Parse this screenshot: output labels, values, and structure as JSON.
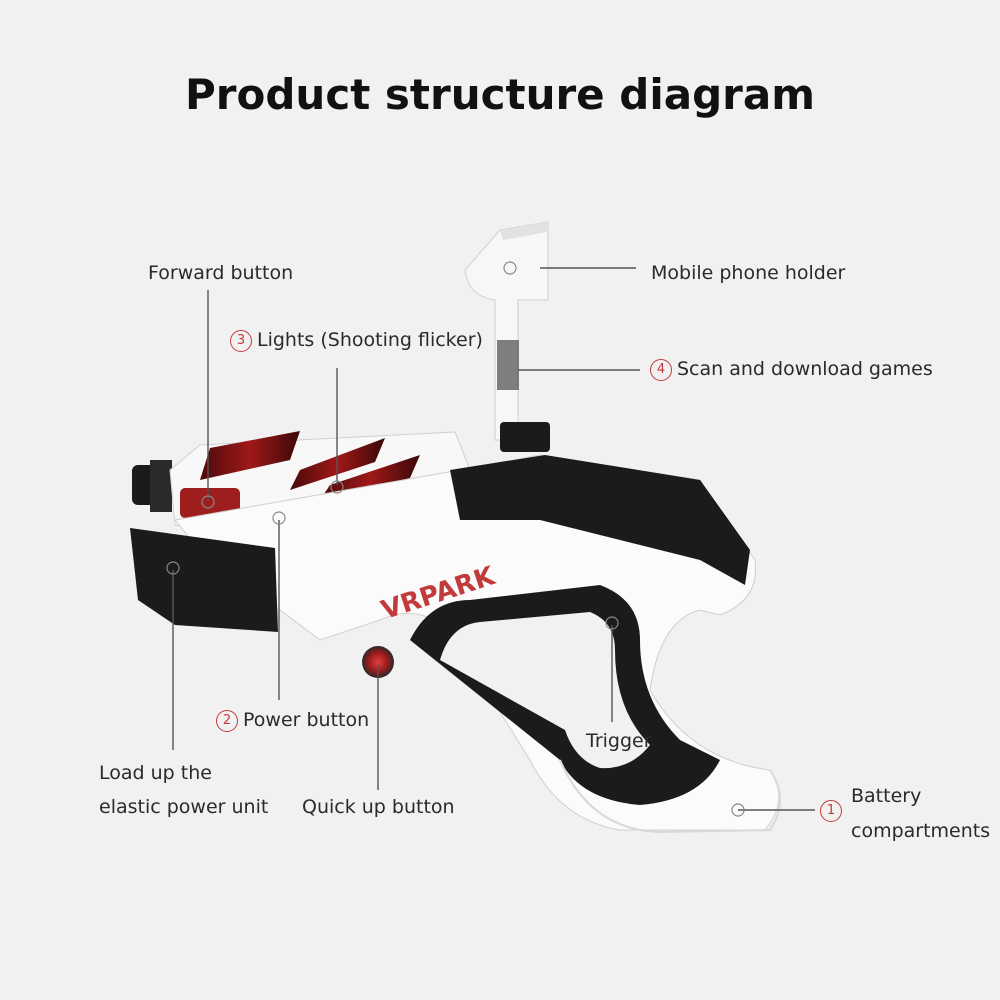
{
  "title": "Product structure diagram",
  "labels": {
    "forward": {
      "text": "Forward button"
    },
    "lights": {
      "num": "3",
      "text": "Lights (Shooting flicker)"
    },
    "holder": {
      "text": "Mobile phone holder"
    },
    "scan": {
      "num": "4",
      "text": "Scan and download games"
    },
    "power": {
      "num": "2",
      "text": "Power button"
    },
    "trigger": {
      "text": "Trigger"
    },
    "load_line1": "Load up the",
    "load_line2": "elastic power unit",
    "quick": {
      "text": "Quick up button"
    },
    "battery": {
      "num": "1",
      "line1": "Battery",
      "line2": "compartments"
    }
  },
  "brand": "VRPARK",
  "colors": {
    "accent": "#c23b3b",
    "body": "#ffffff",
    "dark": "#1b1b1b",
    "red_light": "#8a1414"
  }
}
